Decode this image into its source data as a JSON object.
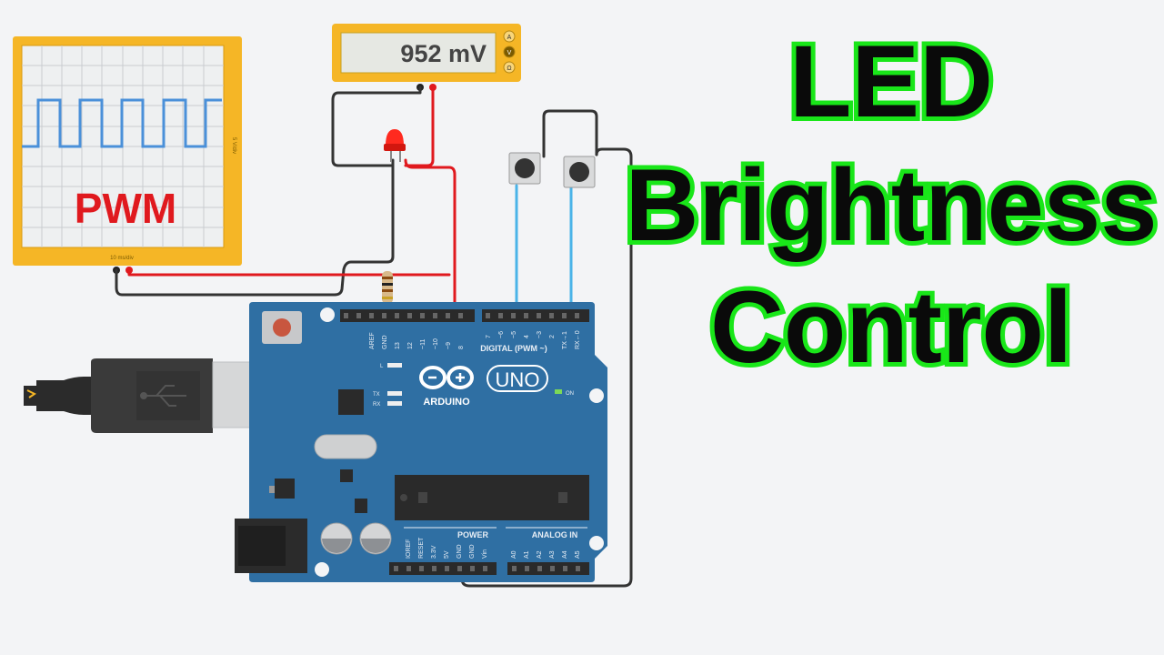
{
  "title": {
    "line1": "LED",
    "line2": "Brightness",
    "line3": "Control"
  },
  "oscilloscope": {
    "label": "PWM",
    "side_label": "5 V/div",
    "bottom_label": "10 ms/div"
  },
  "multimeter": {
    "reading": "952 mV",
    "modes": [
      "A",
      "V",
      "Ω"
    ]
  },
  "arduino": {
    "brand": "ARDUINO",
    "model": "UNO",
    "digital_label": "DIGITAL (PWM ~)",
    "power_label": "POWER",
    "analog_label": "ANALOG IN",
    "on_label": "ON",
    "led_labels": [
      "L",
      "TX",
      "RX"
    ],
    "digital_pins": [
      "AREF",
      "GND",
      "13",
      "12",
      "~11",
      "~10",
      "~9",
      "8",
      "7",
      "~6",
      "~5",
      "4",
      "~3",
      "2",
      "TX→1",
      "RX←0"
    ],
    "power_pins": [
      "IOREF",
      "RESET",
      "3.3V",
      "5V",
      "GND",
      "GND",
      "Vin"
    ],
    "analog_pins": [
      "A0",
      "A1",
      "A2",
      "A3",
      "A4",
      "A5"
    ]
  },
  "colors": {
    "board": "#2f6fa3",
    "scope_frame": "#f5b626",
    "waveform": "#4a90d9",
    "pwm_text": "#e0191e",
    "title_outline": "#19e619",
    "wire_red": "#e0191e",
    "wire_black": "#333333",
    "wire_blue": "#4ab3e8"
  }
}
